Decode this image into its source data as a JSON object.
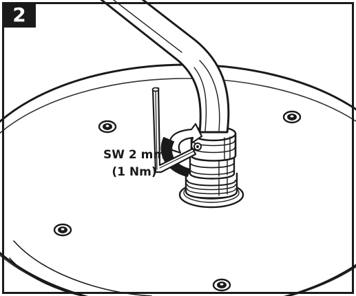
{
  "step": {
    "number": "2"
  },
  "callout": {
    "line1": "SW 2 mm",
    "line2": "(1 Nm)"
  },
  "colors": {
    "ink": "#1a1a1a",
    "paper": "#ffffff"
  }
}
